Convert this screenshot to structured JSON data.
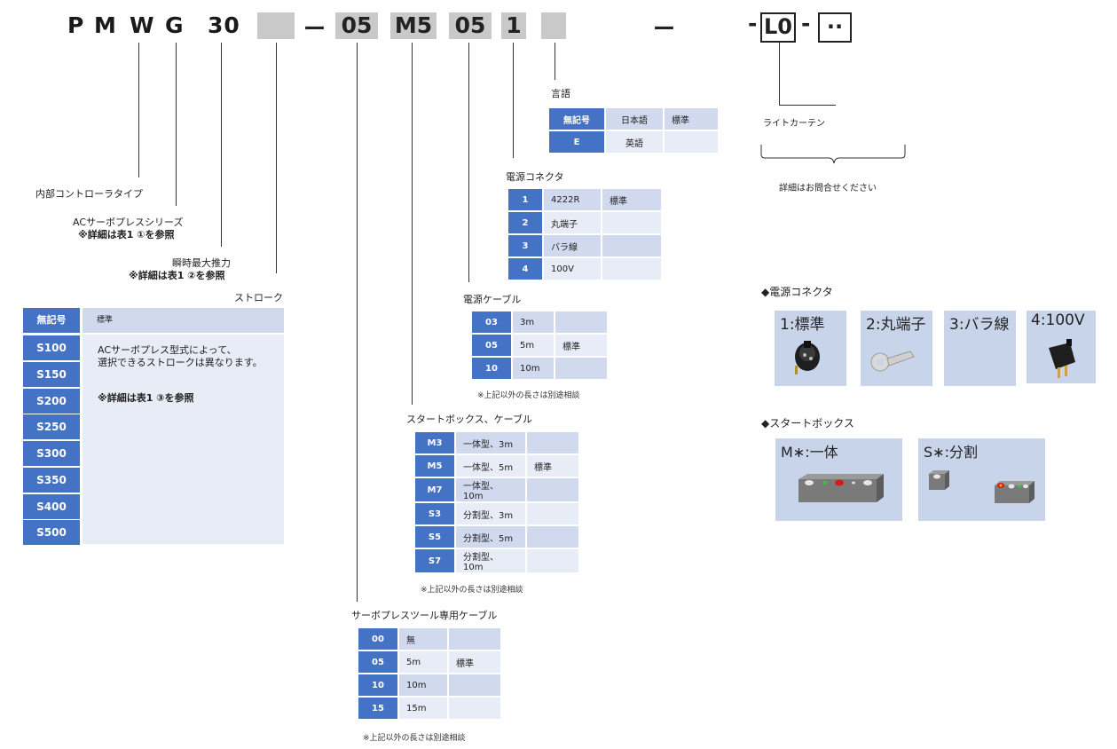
{
  "code": {
    "letters": [
      "P",
      "M",
      "W",
      "G",
      "30"
    ],
    "dash1": "ー",
    "boxes": [
      "05",
      "M5",
      "05",
      "1"
    ],
    "dash2": "ー",
    "dash3": "-",
    "l0": "L0",
    "dash4": "-",
    "dots": "··"
  },
  "labels": {
    "internal_controller": "内部コントローラタイプ",
    "ac_servo_series": "ACサーボプレスシリーズ",
    "ac_servo_note": "※詳細は表1 ①を参照",
    "max_force": "瞬時最大推力",
    "max_force_note": "※詳細は表1 ②を参照",
    "stroke": "ストローク",
    "language": "言語",
    "power_connector": "電源コネクタ",
    "power_cable": "電源ケーブル",
    "start_box_cable": "スタートボックス、ケーブル",
    "tool_cable": "サーボプレスツール専用ケーブル",
    "light_curtain": "ライトカーテン",
    "inquiry": "詳細はお問合せください"
  },
  "stroke_table": {
    "head_key": "無記号",
    "head_val": "標準",
    "keys": [
      "S100",
      "S150",
      "S200",
      "S250",
      "S300",
      "S350",
      "S400",
      "S500"
    ],
    "desc1": "ACサーボプレス型式によって、",
    "desc2": "選択できるストロークは異なります。",
    "desc_note": "※詳細は表1 ③を参照"
  },
  "language_table": [
    {
      "k": "無記号",
      "v1": "日本語",
      "v2": "標準"
    },
    {
      "k": "E",
      "v1": "英語",
      "v2": ""
    }
  ],
  "connector_table": [
    {
      "k": "1",
      "v1": "4222R",
      "v2": "標準"
    },
    {
      "k": "2",
      "v1": "丸端子",
      "v2": ""
    },
    {
      "k": "3",
      "v1": "バラ線",
      "v2": ""
    },
    {
      "k": "4",
      "v1": "100V",
      "v2": ""
    }
  ],
  "power_cable_table": [
    {
      "k": "03",
      "v1": "3m",
      "v2": ""
    },
    {
      "k": "05",
      "v1": "5m",
      "v2": "標準"
    },
    {
      "k": "10",
      "v1": "10m",
      "v2": ""
    }
  ],
  "power_cable_note": "※上記以外の長さは別途相談",
  "start_box_table": [
    {
      "k": "M3",
      "v1": "一体型、3m",
      "v2": ""
    },
    {
      "k": "M5",
      "v1": "一体型、5m",
      "v2": "標準"
    },
    {
      "k": "M7",
      "v1": "一体型、10m",
      "v2": ""
    },
    {
      "k": "S3",
      "v1": "分割型、3m",
      "v2": ""
    },
    {
      "k": "S5",
      "v1": "分割型、5m",
      "v2": ""
    },
    {
      "k": "S7",
      "v1": "分割型、10m",
      "v2": ""
    }
  ],
  "start_box_note": "※上記以外の長さは別途相談",
  "tool_cable_table": [
    {
      "k": "00",
      "v1": "無",
      "v2": ""
    },
    {
      "k": "05",
      "v1": "5m",
      "v2": "標準"
    },
    {
      "k": "10",
      "v1": "10m",
      "v2": ""
    },
    {
      "k": "15",
      "v1": "15m",
      "v2": ""
    }
  ],
  "tool_cable_note": "※上記以外の長さは別途相談",
  "connector_gallery": {
    "title": "◆電源コネクタ",
    "items": [
      "1:標準",
      "2:丸端子",
      "3:バラ線",
      "4:100V"
    ]
  },
  "startbox_gallery": {
    "title": "◆スタートボックス",
    "items": [
      "M∗:一体",
      "S∗:分割"
    ]
  },
  "colors": {
    "key_blue": "#4472c4",
    "row_light": "#d1d9ef",
    "row_lighter": "#e8ecf6",
    "code_box_gray": "#c9c9c9",
    "panel_blue": "#c8d4ea"
  }
}
